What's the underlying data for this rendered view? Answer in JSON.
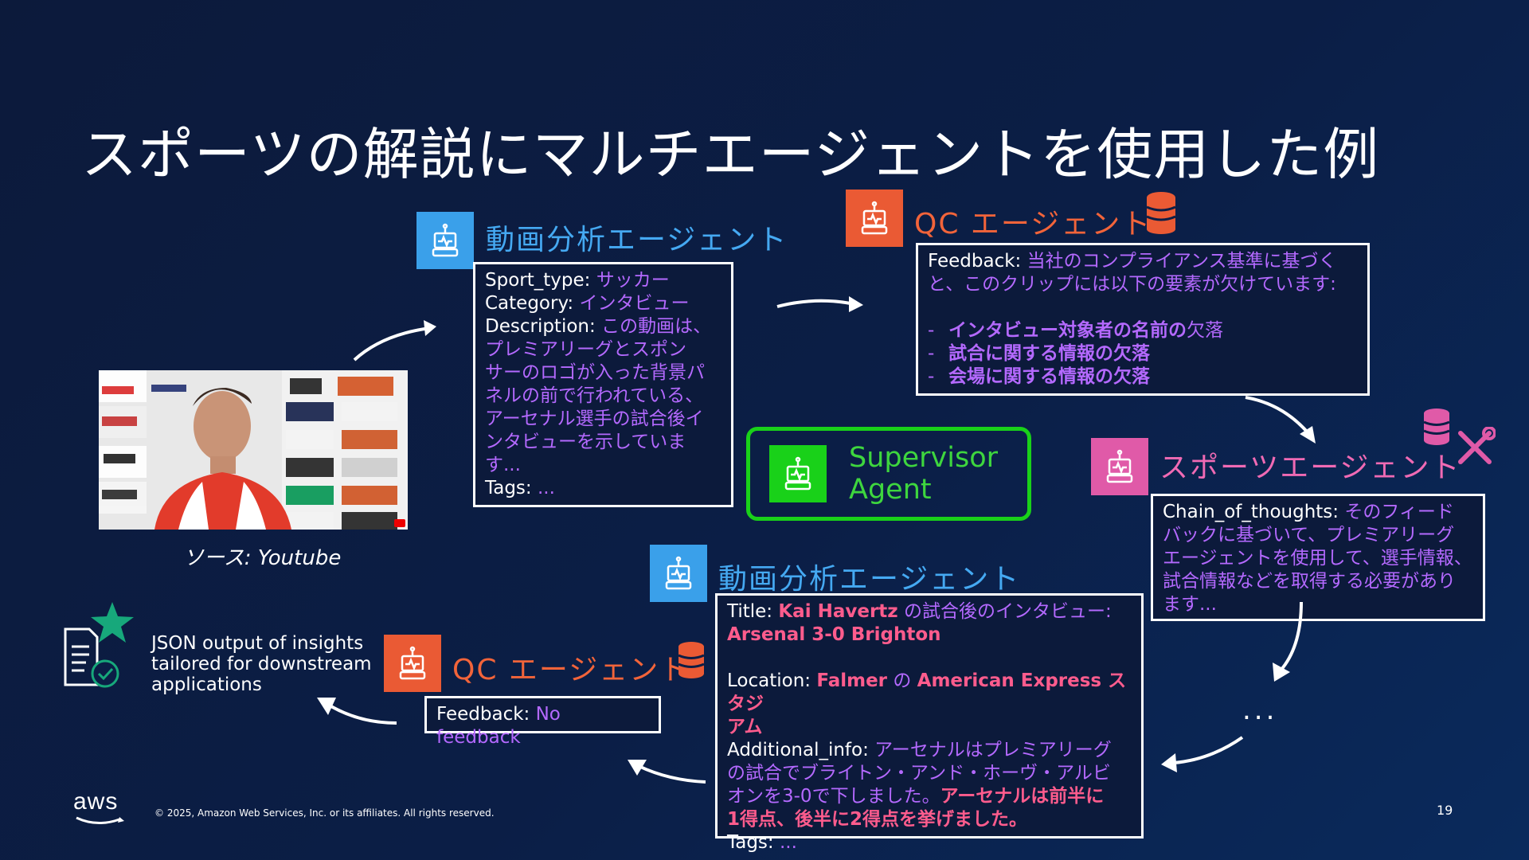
{
  "title": "スポーツの解説にマルチエージェントを使用した例",
  "colors": {
    "blue_agent": "#3aa0ea",
    "orange_agent": "#ea5a34",
    "pink_agent": "#e05aa8",
    "supervisor": "#19d119",
    "value_purple": "#b469ff",
    "value_pink": "#ff5c8d"
  },
  "source": {
    "label": "ソース:",
    "value": "Youtube"
  },
  "video_agent_1": {
    "name": "動画分析エージェント",
    "icon": "robot-icon",
    "sport_type_label": "Sport_type:",
    "sport_type_value": "サッカー",
    "category_label": "Category:",
    "category_value": "インタビュー",
    "description_label": "Description:",
    "description_line1": "この動画は、",
    "description_line2": "プレミアリーグとスポン",
    "description_line3": "サーのロゴが入った背景パ",
    "description_line4": "ネルの前で行われている、",
    "description_line5": "アーセナル選手の試合後イ",
    "description_line6": "ンタビューを示していま",
    "description_line7": "す...",
    "tags_label": "Tags:",
    "tags_value": "..."
  },
  "qc_agent_1": {
    "name": "QC エージェント",
    "icon": "robot-icon",
    "db_icon": "database-icon",
    "feedback_label": "Feedback:",
    "feedback_line1": "当社のコンプライアンス基準に基づく",
    "feedback_line2": "と、このクリップには以下の要素が欠けています:",
    "items": [
      {
        "bold": "インタビュー対象者の名前の",
        "rest": "欠落"
      },
      {
        "bold": "試合に関する情報の欠落",
        "rest": ""
      },
      {
        "bold": "会場に関する情報の欠落",
        "rest": ""
      }
    ]
  },
  "supervisor": {
    "line1": "Supervisor",
    "line2": "Agent",
    "icon": "robot-icon"
  },
  "sports_agent": {
    "name": "スポーツエージェント",
    "icon": "robot-icon",
    "db_icon": "database-icon",
    "tools_icon": "tools-icon",
    "cot_label": "Chain_of_thoughts:",
    "cot_line1": "そのフィード",
    "cot_line2": "バックに基づいて、プレミアリーグ",
    "cot_line3": "エージェントを使用して、選手情報、",
    "cot_line4": "試合情報などを取得する必要があり",
    "cot_line5": "ます..."
  },
  "ellipsis": "...",
  "video_agent_2": {
    "name": "動画分析エージェント",
    "icon": "robot-icon",
    "title_label": "Title:",
    "title_pink1": "Kai Havertz",
    "title_purple": "の試合後のインタビュー:",
    "title_pink2": "Arsenal 3-0 Brighton",
    "location_label": "Location:",
    "location_pink1": "Falmer",
    "location_purple": "の",
    "location_pink2": "American Express スタジ",
    "location_pink3": "アム",
    "info_label": "Additional_info:",
    "info_line1": "アーセナルはプレミアリーグ",
    "info_line2": "の試合でブライトン・アンド・ホーヴ・アルビ",
    "info_line3": "オンを3-0で下しました。",
    "info_pink1": "アーセナルは前半に",
    "info_pink2": "1得点、後半に2得点を挙げました。",
    "tags_label": "Tags:",
    "tags_value": "..."
  },
  "qc_agent_2": {
    "name": "QC エージェント",
    "icon": "robot-icon",
    "db_icon": "database-icon",
    "feedback_label": "Feedback:",
    "feedback_value": "No feedback"
  },
  "json_output": {
    "line1": "JSON output of insights",
    "line2": "tailored for downstream",
    "line3": "applications",
    "icon": "document-check-icon",
    "star_icon": "star-icon"
  },
  "footer": {
    "logo": "aws",
    "copyright": "© 2025, Amazon Web Services, Inc. or its affiliates. All rights reserved.",
    "page_number": "19"
  }
}
